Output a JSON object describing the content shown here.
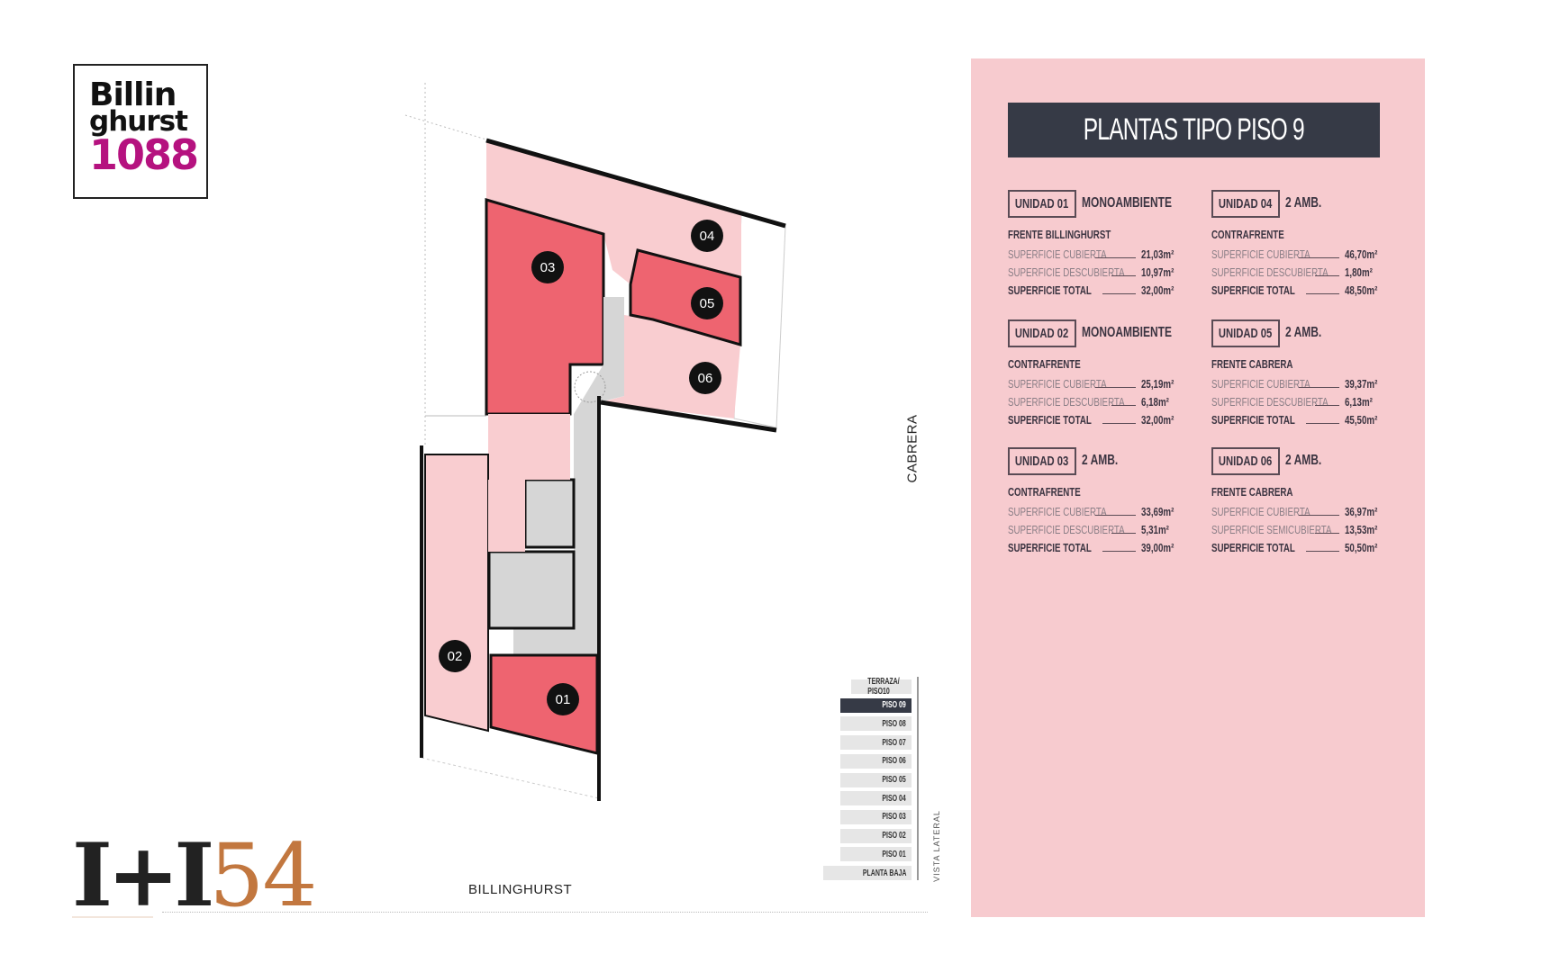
{
  "logo": {
    "line1": "Billin",
    "line2": "ghurst",
    "line3": "1088"
  },
  "brand_logo": {
    "letters": "I+I",
    "number": "54"
  },
  "panel": {
    "title": "PLANTAS TIPO PISO 9"
  },
  "units": [
    {
      "id": "UNIDAD 01",
      "type": "MONOAMBIENTE",
      "orientation": "FRENTE BILLINGHURST",
      "rows": [
        {
          "label": "SUPERFICIE CUBIERTA",
          "value": "21,03m²"
        },
        {
          "label": "SUPERFICIE DESCUBIERTA",
          "value": "10,97m²"
        },
        {
          "label": "SUPERFICIE TOTAL",
          "value": "32,00m²"
        }
      ]
    },
    {
      "id": "UNIDAD 02",
      "type": "MONOAMBIENTE",
      "orientation": "CONTRAFRENTE",
      "rows": [
        {
          "label": "SUPERFICIE CUBIERTA",
          "value": "25,19m²"
        },
        {
          "label": "SUPERFICIE DESCUBIERTA",
          "value": "6,18m²"
        },
        {
          "label": "SUPERFICIE TOTAL",
          "value": "32,00m²"
        }
      ]
    },
    {
      "id": "UNIDAD 03",
      "type": "2 AMB.",
      "orientation": "CONTRAFRENTE",
      "rows": [
        {
          "label": "SUPERFICIE CUBIERTA",
          "value": "33,69m²"
        },
        {
          "label": "SUPERFICIE DESCUBIERTA",
          "value": "5,31m²"
        },
        {
          "label": "SUPERFICIE TOTAL",
          "value": "39,00m²"
        }
      ]
    },
    {
      "id": "UNIDAD 04",
      "type": "2 AMB.",
      "orientation": "CONTRAFRENTE",
      "rows": [
        {
          "label": "SUPERFICIE CUBIERTA",
          "value": "46,70m²"
        },
        {
          "label": "SUPERFICIE DESCUBIERTA",
          "value": "1,80m²"
        },
        {
          "label": "SUPERFICIE TOTAL",
          "value": "48,50m²"
        }
      ]
    },
    {
      "id": "UNIDAD 05",
      "type": "2 AMB.",
      "orientation": "FRENTE CABRERA",
      "rows": [
        {
          "label": "SUPERFICIE CUBIERTA",
          "value": "39,37m²"
        },
        {
          "label": "SUPERFICIE DESCUBIERTA",
          "value": "6,13m²"
        },
        {
          "label": "SUPERFICIE TOTAL",
          "value": "45,50m²"
        }
      ]
    },
    {
      "id": "UNIDAD 06",
      "type": "2 AMB.",
      "orientation": "FRENTE CABRERA",
      "rows": [
        {
          "label": "SUPERFICIE CUBIERTA",
          "value": "36,97m²"
        },
        {
          "label": "SUPERFICIE SEMICUBIERTA",
          "value": "13,53m²"
        },
        {
          "label": "SUPERFICIE TOTAL",
          "value": "50,50m²"
        }
      ]
    }
  ],
  "plan": {
    "labels": [
      "01",
      "02",
      "03",
      "04",
      "05",
      "06"
    ],
    "streets": {
      "side": "CABRERA",
      "front": "BILLINGHURST"
    },
    "colors": {
      "dark_unit": "#ee6470",
      "light_unit": "#f9cdd0",
      "common": "#d6d6d6"
    }
  },
  "floor_selector": {
    "title": "VISTA LATERAL",
    "floors": [
      "TERRAZA/ PISO10",
      "PISO 09",
      "PISO 08",
      "PISO 07",
      "PISO 06",
      "PISO 05",
      "PISO 04",
      "PISO 03",
      "PISO 02",
      "PISO 01",
      "PLANTA BAJA"
    ],
    "active_index": 1
  }
}
